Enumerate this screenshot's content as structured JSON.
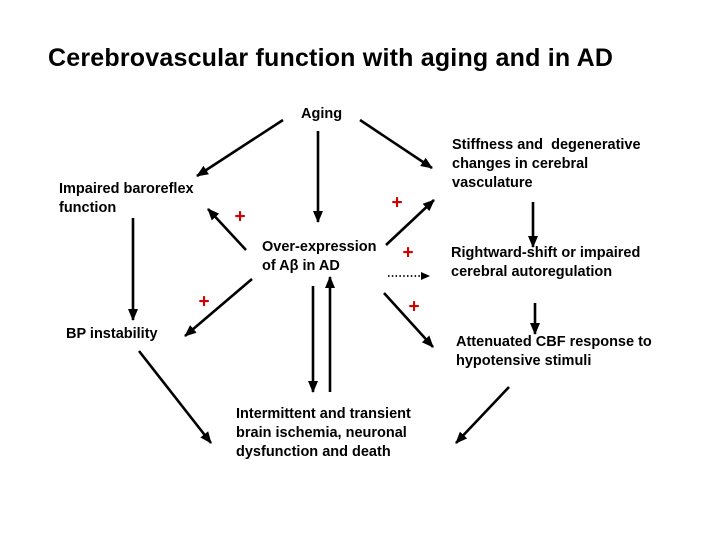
{
  "slide": {
    "title": "Cerebrovascular function with aging and in AD"
  },
  "nodes": {
    "aging": {
      "label": "Aging"
    },
    "stiffness": {
      "label": "Stiffness and  degenerative\nchanges in cerebral\nvasculature"
    },
    "baroreflex": {
      "label": "Impaired baroreflex\nfunction"
    },
    "overexpression": {
      "label": "Over-expression\nof Aβ in AD"
    },
    "rightward": {
      "label": "Rightward-shift or impaired\ncerebral autoregulation"
    },
    "bp": {
      "label": "BP instability"
    },
    "attenuated": {
      "label": "Attenuated CBF response to\nhypotensive stimuli"
    },
    "intermittent": {
      "label": "Intermittent and transient\nbrain ischemia, neuronal\ndysfunction and death"
    }
  },
  "symbols": {
    "plus": "+"
  },
  "colors": {
    "background": "#ffffff",
    "text": "#000000",
    "arrow": "#000000",
    "plus": "#d40000"
  },
  "edges": [
    {
      "from": "aging",
      "to": "baroreflex",
      "style": "solid",
      "marker": ""
    },
    {
      "from": "aging",
      "to": "overexpression",
      "style": "solid",
      "marker": ""
    },
    {
      "from": "aging",
      "to": "stiffness",
      "style": "solid",
      "marker": ""
    },
    {
      "from": "overexpression",
      "to": "baroreflex",
      "style": "solid",
      "marker": "+"
    },
    {
      "from": "overexpression",
      "to": "stiffness",
      "style": "solid",
      "marker": "+"
    },
    {
      "from": "stiffness",
      "to": "rightward",
      "style": "solid",
      "marker": ""
    },
    {
      "from": "overexpression",
      "to": "rightward",
      "style": "dotted",
      "marker": "+"
    },
    {
      "from": "rightward",
      "to": "attenuated",
      "style": "solid",
      "marker": ""
    },
    {
      "from": "overexpression",
      "to": "attenuated",
      "style": "solid",
      "marker": "+"
    },
    {
      "from": "baroreflex",
      "to": "bp",
      "style": "solid",
      "marker": ""
    },
    {
      "from": "overexpression",
      "to": "bp",
      "style": "solid",
      "marker": "+"
    },
    {
      "from": "bp",
      "to": "intermittent",
      "style": "solid",
      "marker": ""
    },
    {
      "from": "overexpression",
      "to": "intermittent",
      "style": "solid",
      "marker": ""
    },
    {
      "from": "intermittent",
      "to": "overexpression",
      "style": "solid",
      "marker": ""
    },
    {
      "from": "attenuated",
      "to": "intermittent",
      "style": "solid",
      "marker": ""
    }
  ]
}
